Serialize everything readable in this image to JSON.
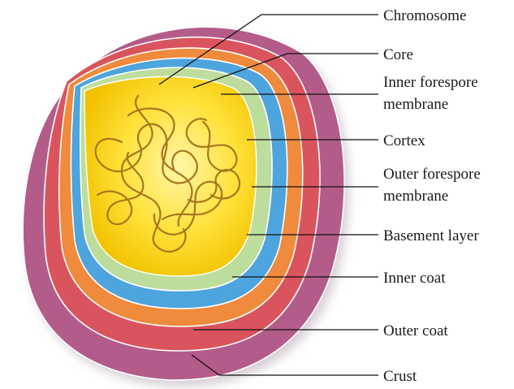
{
  "diagram": {
    "labels": {
      "chromosome": "Chromosome",
      "core": "Core",
      "inner_forespore_line1": "Inner forespore",
      "inner_forespore_line2": "membrane",
      "cortex": "Cortex",
      "outer_forespore_line1": "Outer forespore",
      "outer_forespore_line2": "membrane",
      "basement_layer": "Basement layer",
      "inner_coat": "Inner coat",
      "outer_coat": "Outer coat",
      "crust": "Crust"
    },
    "colors": {
      "crust": "#b35c8a",
      "outer_coat": "#d9545d",
      "inner_coat": "#f08a3c",
      "basement_layer": "#4ea4dc",
      "cortex": "#bddd9c",
      "core_center": "#fff6a8",
      "core_edge": "#f2c200",
      "chromosome": "#a8761e"
    }
  }
}
